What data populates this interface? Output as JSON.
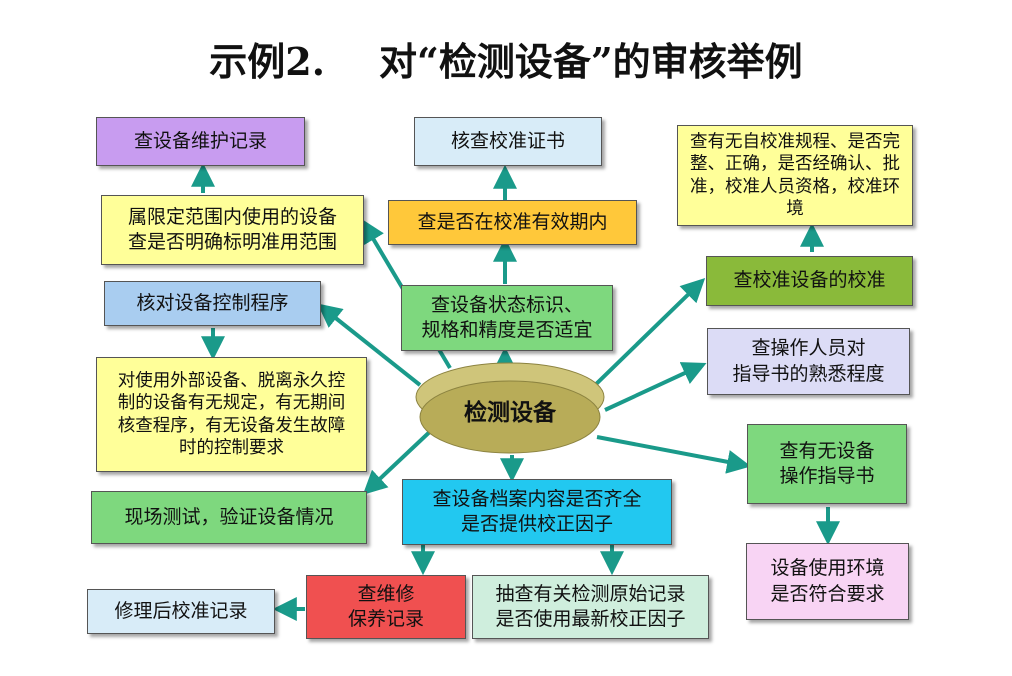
{
  "title": {
    "prefix": "示例2.",
    "main": "对“检测设备”的审核举例"
  },
  "colors": {
    "arrow": "#1a9a8a",
    "purple": "#c89cf0",
    "lightblue": "#d8ecf8",
    "yellow": "#ffff99",
    "orange": "#ffc83a",
    "green": "#7ed87e",
    "olive": "#8aba3a",
    "lavender": "#dcdcf6",
    "steelblue": "#a9cdf0",
    "cyan": "#22c8f0",
    "red": "#f05050",
    "palegreen": "#cfeedd",
    "pink": "#f8d4f4",
    "hub": "#b8ac58"
  },
  "hub": {
    "label": "检测设备"
  },
  "nodes": {
    "maint_record": "查设备维护记录",
    "calib_cert": "核查校准证书",
    "self_calib": "查有无自校准规程、是否完整、正确，是否经确认、批准，校准人员资格，校准环境",
    "limited_scope": "属限定范围内使用的设备\n查是否明确标明准用范围",
    "valid_period": "查是否在校准有效期内",
    "calib_equip": "查校准设备的校准",
    "control_proc": "核对设备控制程序",
    "status_label": "查设备状态标识、\n规格和精度是否适宜",
    "operator": "查操作人员对\n指导书的熟悉程度",
    "external_use": "对使用外部设备、脱离永久控制的设备有无规定，有无期间核查程序，有无设备发生故障时的控制要求",
    "op_guide": "查有无设备\n操作指导书",
    "field_test": "现场测试，验证设备情况",
    "archive": "查设备档案内容是否齐全\n是否提供校正因子",
    "environment": "设备使用环境\n是否符合要求",
    "repair_record": "修理后校准记录",
    "maint_check": "查维修\n保养记录",
    "spot_check": "抽查有关检测原始记录\n是否使用最新校正因子"
  }
}
